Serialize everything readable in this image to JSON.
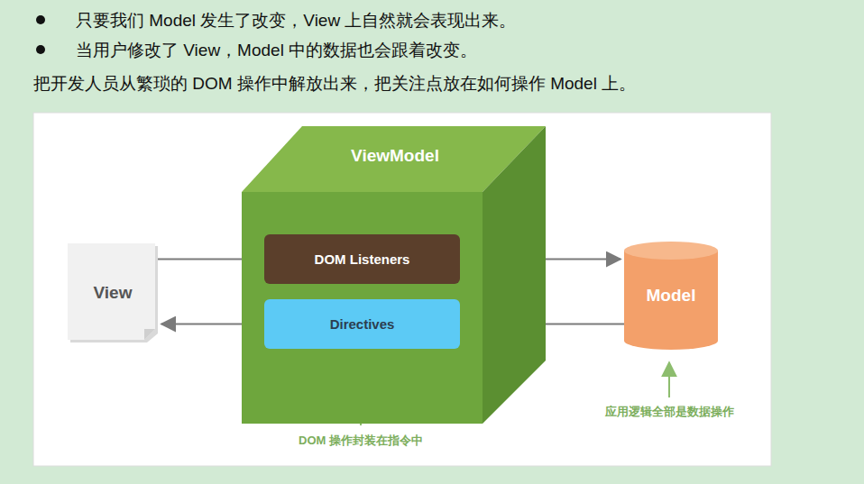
{
  "diagram": {
    "nodes": [
      {
        "text": [
          "View"
        ]
      },
      {
        "text": [
          "ViewModel"
        ]
      },
      {
        "text": [
          "DOM Listeners"
        ],
        "in": 1
      },
      {
        "text": [
          "Directives"
        ],
        "in": 1
      },
      {
        "text": [
          "Model"
        ]
      }
    ],
    "edges": [
      {
        "from": 0,
        "to": 2,
        "arrow": "none"
      },
      {
        "from": 2,
        "to": 4,
        "arrow": "to"
      },
      {
        "from": 4,
        "to": 3,
        "arrow": "none"
      },
      {
        "from": 3,
        "to": 0,
        "arrow": "to"
      }
    ],
    "labels": [
      "只要我们 Model 发生了改变，View 上自然就会表现出来。",
      "当用户修改了 View，Model 中的数据也会跟着改变。",
      "把开发人员从繁琐的 DOM 操作中解放出来，把关注点放在如何操作 Model 上。",
      "DOM 操作封装在指令中",
      "应用逻辑全部是数据操作"
    ]
  }
}
